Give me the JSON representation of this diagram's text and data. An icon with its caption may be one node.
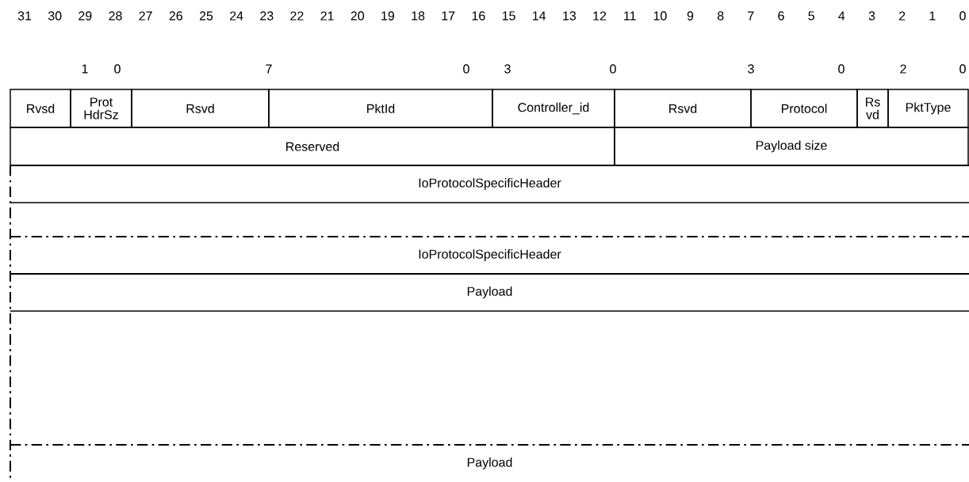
{
  "diagram": {
    "nodes": [
      {
        "text": [
          "Rvsd"
        ]
      },
      {
        "text": [
          "Prot HdrSz"
        ]
      },
      {
        "text": [
          "Rsvd"
        ]
      },
      {
        "text": [
          "PktId"
        ]
      },
      {
        "text": [
          "Controller_id"
        ]
      },
      {
        "text": [
          "Rsvd"
        ]
      },
      {
        "text": [
          "Protocol"
        ]
      },
      {
        "text": [
          "Rs vd"
        ]
      },
      {
        "text": [
          "PktType"
        ]
      },
      {
        "text": [
          "Reserved"
        ]
      },
      {
        "text": [
          "Payload size"
        ]
      },
      {
        "text": [
          "IoProtocolSpecificHeader"
        ]
      },
      {
        "text": [
          "IoProtocolSpecificHeader"
        ]
      },
      {
        "text": [
          "Payload"
        ]
      },
      {
        "text": [
          "Payload"
        ]
      }
    ],
    "edges": [],
    "labels": [
      "31",
      "30",
      "29",
      "28",
      "27",
      "26",
      "25",
      "24",
      "23",
      "22",
      "21",
      "20",
      "19",
      "18",
      "17",
      "16",
      "15",
      "14",
      "13",
      "12",
      "11",
      "10",
      "9",
      "8",
      "7",
      "6",
      "5",
      "4",
      "3",
      "2",
      "1",
      "0",
      "1",
      "0",
      "7",
      "0",
      "3",
      "0",
      "3",
      "0",
      "2",
      "0"
    ]
  }
}
